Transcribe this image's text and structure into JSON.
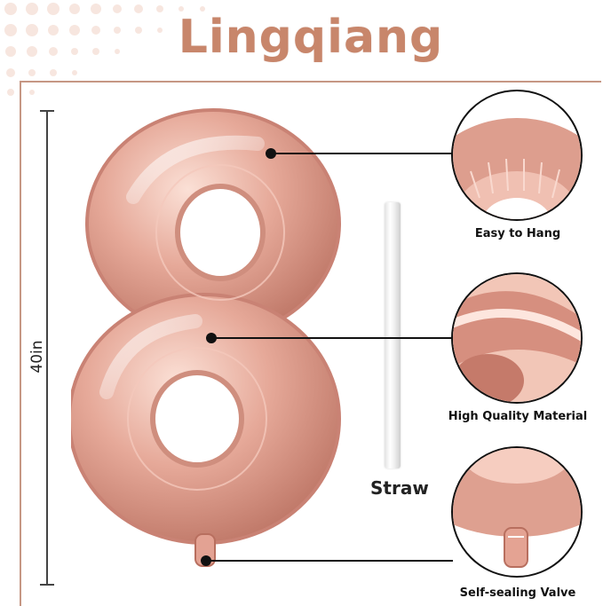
{
  "brand": {
    "name": "Lingqiang"
  },
  "product": {
    "digit": "8",
    "size_label": "40in",
    "accessory_label": "Straw"
  },
  "features": [
    {
      "label": "Easy to Hang"
    },
    {
      "label": "High Quality Material"
    },
    {
      "label": "Self-sealing Valve"
    }
  ],
  "colors": {
    "rose_gold": "#d99a8a",
    "brand_text": "#c8866b",
    "frame": "#c69784"
  }
}
